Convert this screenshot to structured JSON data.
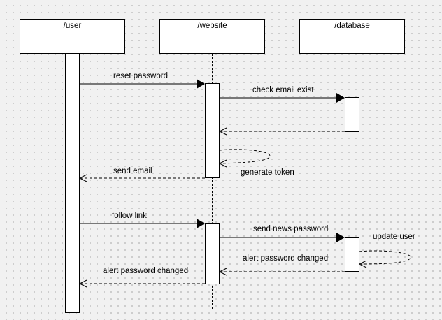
{
  "lifelines": [
    {
      "title": "/user"
    },
    {
      "title": "/website"
    },
    {
      "title": "/database"
    }
  ],
  "messages": [
    {
      "label": "reset password",
      "style": "sync"
    },
    {
      "label": "check email exist",
      "style": "sync"
    },
    {
      "label": "",
      "style": "return"
    },
    {
      "label": "generate token",
      "style": "self"
    },
    {
      "label": "send email",
      "style": "return"
    },
    {
      "label": "follow link",
      "style": "sync"
    },
    {
      "label": "send news password",
      "style": "sync"
    },
    {
      "label": "update user",
      "style": "self"
    },
    {
      "label": "alert password changed",
      "style": "return"
    },
    {
      "label": "alert password changed",
      "style": "return"
    }
  ],
  "colors": {
    "background": "#f1f1f1",
    "grid_dot": "#c4c4c4",
    "stroke": "#000000",
    "fill": "#ffffff"
  }
}
